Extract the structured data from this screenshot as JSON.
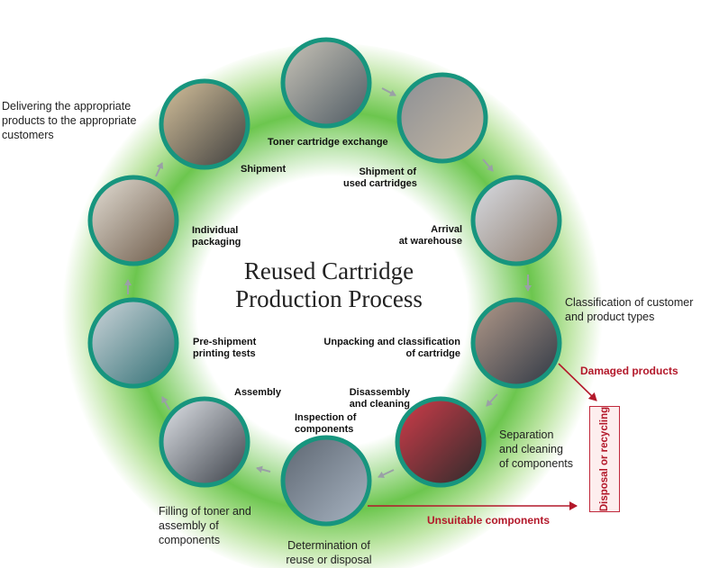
{
  "title_line1": "Reused Cartridge",
  "title_line2": "Production Process",
  "steps": [
    {
      "name": "toner-exchange",
      "label1": "Toner cartridge exchange"
    },
    {
      "name": "shipment-used",
      "label1": "Shipment of",
      "label2": "used cartridges"
    },
    {
      "name": "arrival",
      "label1": "Arrival",
      "label2": "at warehouse"
    },
    {
      "name": "unpacking",
      "label1": "Unpacking and classification",
      "label2": "of cartridge"
    },
    {
      "name": "disassembly",
      "label1": "Disassembly",
      "label2": "and cleaning"
    },
    {
      "name": "inspection",
      "label1": "Inspection of",
      "label2": "components"
    },
    {
      "name": "assembly",
      "label1": "Assembly"
    },
    {
      "name": "printing-tests",
      "label1": "Pre-shipment",
      "label2": "printing tests"
    },
    {
      "name": "packaging",
      "label1": "Individual",
      "label2": "packaging"
    },
    {
      "name": "shipment",
      "label1": "Shipment"
    }
  ],
  "notes": {
    "delivering": [
      "Delivering the appropriate",
      "products to the appropriate",
      "customers"
    ],
    "classification": [
      "Classification of customer",
      "and product types"
    ],
    "separation": [
      "Separation",
      "and cleaning",
      "of components"
    ],
    "determination": [
      "Determination of",
      "reuse or disposal"
    ],
    "filling": [
      "Filling of toner and",
      "assembly of",
      "components"
    ]
  },
  "damaged": "Damaged products",
  "unsuitable": "Unsuitable components",
  "disposal": "Disposal or recycling",
  "colors": {
    "ring_green": "#27a84a",
    "circle_border": "#17957e",
    "red": "#b3182a",
    "arrow": "#9aa0a6"
  },
  "icons": [
    "photo-icon",
    "arrow-icon"
  ]
}
